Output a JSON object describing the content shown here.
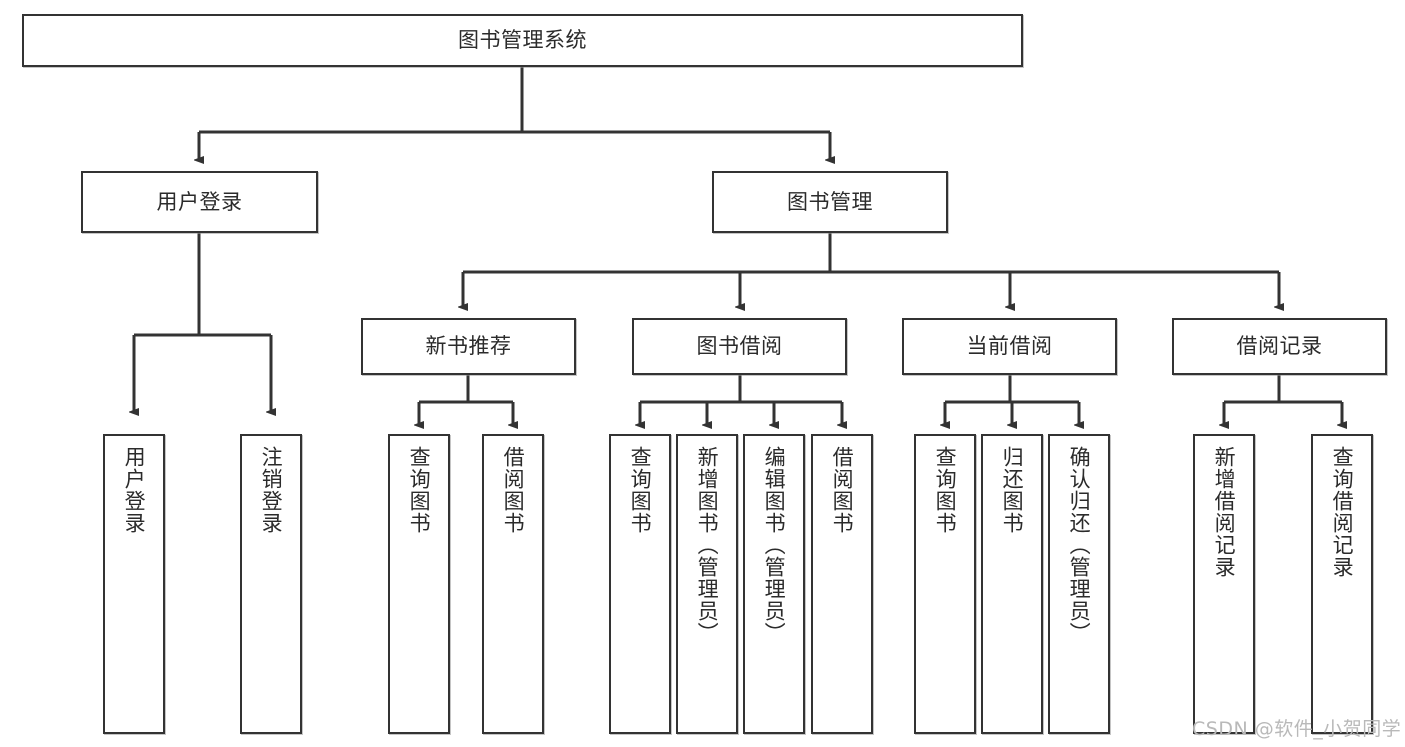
{
  "diagram": {
    "title": "图书管理系统",
    "type": "tree-hierarchy",
    "watermark": "CSDN @软件_小贺同学",
    "colors": {
      "box_border": "#333333",
      "box_fill": "#ffffff",
      "connector": "#333333",
      "text": "#2b2b2b",
      "watermark": "#b9b9b9",
      "background": "#ffffff"
    },
    "levels": {
      "root": {
        "label": "图书管理系统"
      },
      "level1": [
        {
          "label": "用户登录"
        },
        {
          "label": "图书管理"
        }
      ],
      "level2": [
        {
          "label": "新书推荐",
          "parent": "图书管理"
        },
        {
          "label": "图书借阅",
          "parent": "图书管理"
        },
        {
          "label": "当前借阅",
          "parent": "图书管理"
        },
        {
          "label": "借阅记录",
          "parent": "图书管理"
        }
      ],
      "leaves": {
        "用户登录": [
          {
            "label": "用户登录"
          },
          {
            "label": "注销登录"
          }
        ],
        "新书推荐": [
          {
            "label": "查询图书"
          },
          {
            "label": "借阅图书"
          }
        ],
        "图书借阅": [
          {
            "label": "查询图书"
          },
          {
            "label": "新增图书（管理员）"
          },
          {
            "label": "编辑图书（管理员）"
          },
          {
            "label": "借阅图书"
          }
        ],
        "当前借阅": [
          {
            "label": "查询图书"
          },
          {
            "label": "归还图书"
          },
          {
            "label": "确认归还（管理员）"
          }
        ],
        "借阅记录": [
          {
            "label": "新增借阅记录"
          },
          {
            "label": "查询借阅记录"
          }
        ]
      }
    }
  }
}
